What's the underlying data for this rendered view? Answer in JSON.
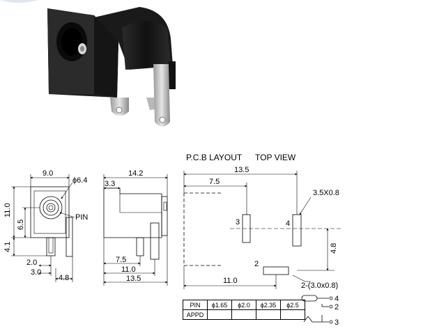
{
  "header": {
    "pcb_layout": "P.C.B LAYOUT",
    "top_view": "TOP VIEW"
  },
  "front_view": {
    "width": "9.0",
    "diameter": "ϕ6.4",
    "height": "11.0",
    "center_height": "6.5",
    "pin_label": "PIN",
    "bottom_offset": "4.1",
    "pin_a": "2.0",
    "pin_b": "3.0",
    "pin_c": "4.8"
  },
  "side_view": {
    "length": "14.2",
    "top_step": "3.3",
    "pin_pos1": "7.5",
    "pin_pos2": "11.0",
    "total": "13.5"
  },
  "pcb": {
    "total_width": "13.5",
    "offset_7_5": "7.5",
    "slot_label": "3.5X0.8",
    "pin3": "3",
    "pin4": "4",
    "pin2": "2",
    "vertical": "4.8",
    "offset_11": "11.0",
    "slot_count": "2-(3.0x0.8)"
  },
  "spec_table": {
    "row1": [
      "PIN",
      "ϕ1.65",
      "ϕ2.0",
      "ϕ2.35",
      "ϕ2.5"
    ],
    "row2": [
      "APPD",
      "",
      "",
      "",
      ""
    ]
  },
  "schematic": {
    "n4": "4",
    "n2": "2",
    "n3": "3"
  },
  "colors": {
    "body": "#1c1c1c",
    "body_highlight": "#3a3a3a",
    "metal": "#c8c8c8",
    "metal_dark": "#8a8a8a"
  }
}
